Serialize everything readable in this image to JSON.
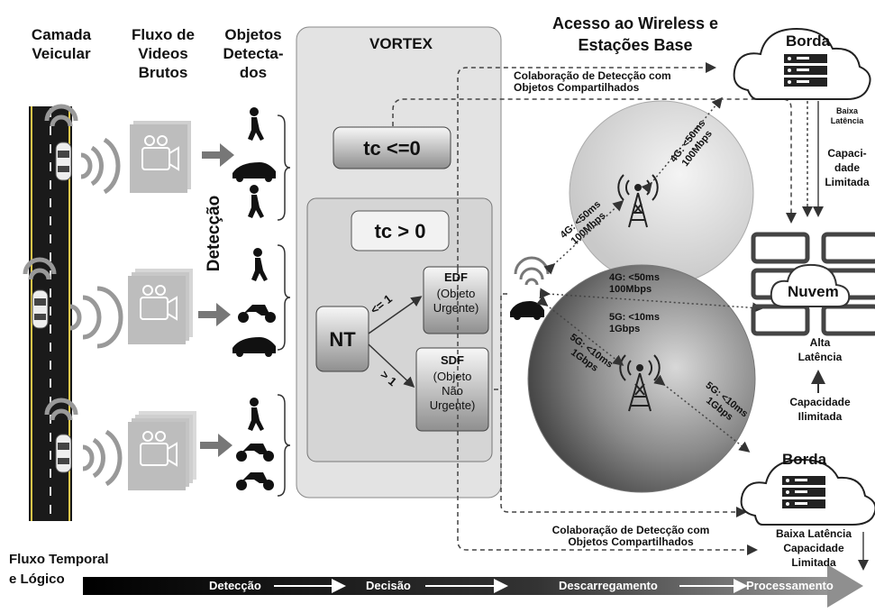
{
  "headers": {
    "vehicle_layer": "Camada\nVeicular",
    "raw_video": "Fluxo de\nVideos\nBrutos",
    "detected_objects": "Objetos\nDetecta-\ndos",
    "vortex": "VORTEX",
    "wireless_access": "Acesso ao Wireless e\nEstações Base"
  },
  "detection_label": "Detecção",
  "vortex_nodes": {
    "tc_le_0": "tc <=0",
    "tc_gt_0": "tc > 0",
    "nt": "NT",
    "edf_title": "EDF",
    "edf_desc": "(Objeto\nUrgente)",
    "sdf_title": "SDF",
    "sdf_desc": "(Objeto\nNão\nUrgente)",
    "arrow_le1": "<= 1",
    "arrow_gt1": "> 1"
  },
  "collab_top": "Colaboração de Detecção com\nObjetos Compartilhados",
  "collab_bottom": "Colaboração de Detecção com\nObjetos Compartilhados",
  "links": {
    "ne_4g": "4G: <50ms\n100Mbps",
    "nw_4g": "4G: <50ms\n100Mbps",
    "mid_4g": "4G: <50ms\n100Mbps",
    "mid_5g": "5G: <10ms\n1Gbps",
    "sw_5g": "5G: <10ms\n1Gbps",
    "se_5g": "5G: <10ms\n1Gbps"
  },
  "edge_top": {
    "title": "Borda",
    "latency": "Baixa\nLatência",
    "capacity": "Capaci-\ndade\nLimitada"
  },
  "cloud": {
    "title": "Nuvem",
    "latency": "Alta\nLatência",
    "capacity": "Capacidade\nIlimitada"
  },
  "edge_bottom": {
    "title": "Borda",
    "latency": "Baixa Latência\nCapacidade\nLimitada"
  },
  "timeline": {
    "label": "Fluxo Temporal\ne Lógico",
    "stages": [
      "Detecção",
      "Decisão",
      "Descarregamento",
      "Processamento"
    ]
  }
}
